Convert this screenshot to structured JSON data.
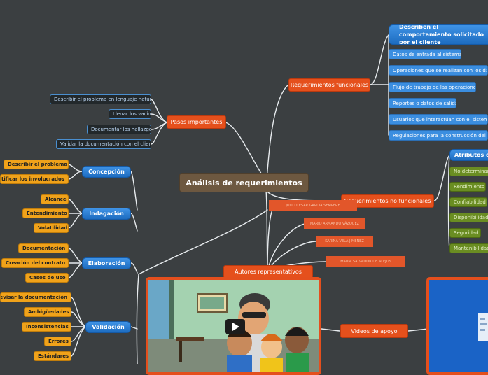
{
  "map": {
    "central": "Análisis de requerimientos",
    "pasos": {
      "label": "Pasos importantes",
      "items": [
        "Describir el problema en lenguaje natural",
        "Llenar los vacíos",
        "Documentar los hallazgos",
        "Validar la documentación con el cliente"
      ]
    },
    "funcionales": {
      "label": "Requerimientos funcionales",
      "header": "Describen el comportamiento solicitado por el cliente",
      "items": [
        "Datos de entrada al sistema",
        "Operaciones que se realizan con los datos",
        "Flujo de trabajo de las operaciones",
        "Reportes o datos de salida",
        "Usuarios que interactúan con el sistema",
        "Regulaciones para la construcción del sistema"
      ]
    },
    "no_funcionales": {
      "label": "Requerimientos no funcionales",
      "header": "Atributos de calidad",
      "items": [
        "No determinantes",
        "Rendimiento",
        "Confiabilidad",
        "Disponibilidad",
        "Seguridad",
        "Mantenibilidad"
      ]
    },
    "autores": {
      "label": "Autores representativos",
      "items": [
        "JULIO CESAR GARCIA SEMPERE",
        "MARIO ARMANDO VÁZQUEZ",
        "KARINA VELA JIMÉNEZ",
        "MARIA SALVADOR DE ALEJOS"
      ]
    },
    "videos": {
      "label": "Videos de apoyo"
    },
    "concepcion": {
      "label": "Concepción",
      "items": [
        "Describir el problema",
        "Identificar los involucrados"
      ]
    },
    "indagacion": {
      "label": "Indagación",
      "items": [
        "Alcance",
        "Entendimiento",
        "Volatilidad"
      ]
    },
    "elaboracion": {
      "label": "Elaboración",
      "items": [
        "Documentación",
        "Creación del contrato",
        "Casos de uso"
      ]
    },
    "validacion": {
      "label": "Validación",
      "items": [
        "Revisar la documentación",
        "Ambigüedades",
        "Inconsistencias",
        "Errores",
        "Estándares"
      ]
    }
  },
  "colors": {
    "background": "#3b3f41",
    "link": "#e8ecef",
    "orange": "#e5501c",
    "blue": "#1d6cc0",
    "yellow": "#f0a21a",
    "green": "#6a8d22",
    "central": "#6d5840"
  }
}
